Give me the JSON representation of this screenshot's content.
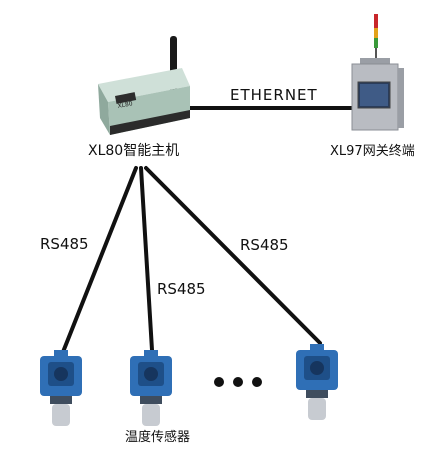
{
  "labels": {
    "host": "XL80智能主机",
    "ethernet": "ETHERNET",
    "gateway": "XL97网关终端",
    "rs485_left": "RS485",
    "rs485_middle": "RS485",
    "rs485_right": "RS485",
    "sensor": "温度传感器",
    "host_badge": "XL80"
  },
  "colors": {
    "line": "#111111",
    "host_body": "#b7cbc1",
    "sensor_blue": "#2f6fb6",
    "gateway_body": "#b9bcc2"
  },
  "icons": {
    "host": "controller-device-icon",
    "gateway": "gateway-terminal-icon",
    "sensor": "gas-sensor-icon",
    "more": "ellipsis-icon"
  }
}
